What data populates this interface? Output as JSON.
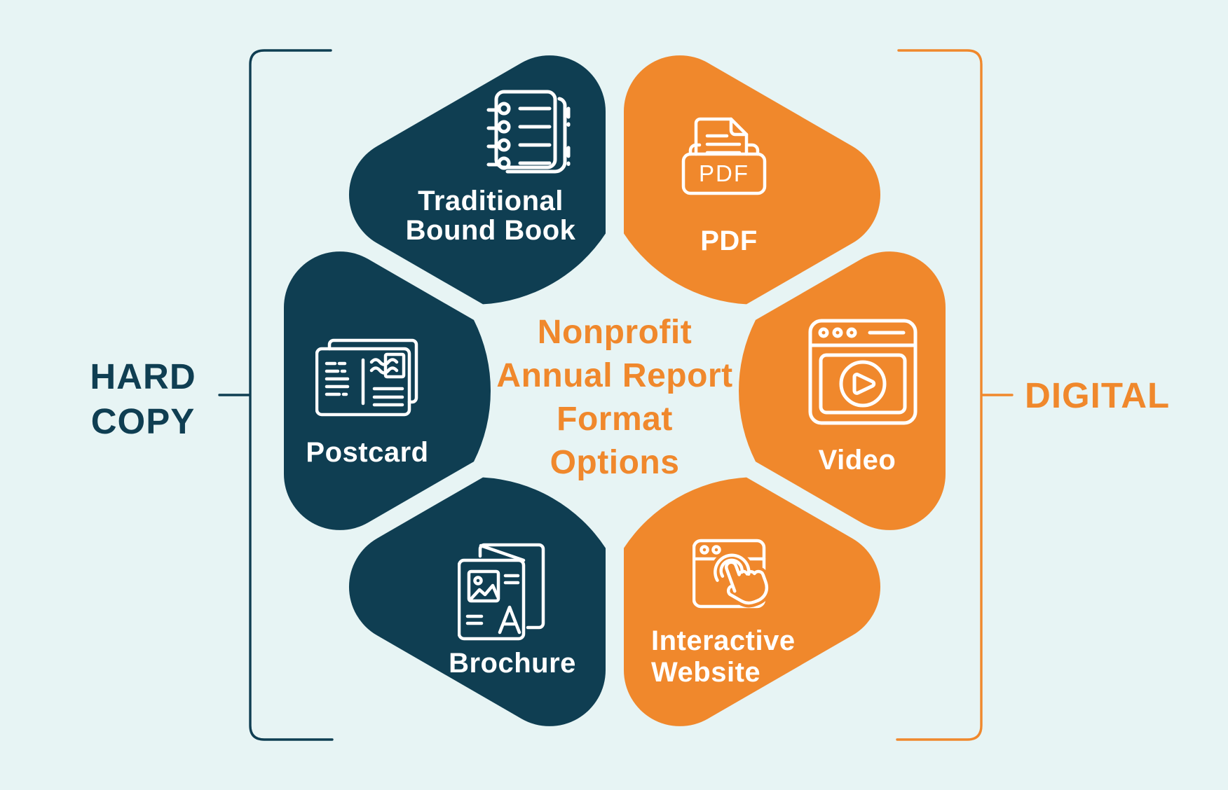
{
  "page": {
    "background": "#e7f4f4"
  },
  "colors": {
    "teal": "#0f3e52",
    "orange": "#f0882c",
    "light": "#e7f4f4",
    "white": "#ffffff"
  },
  "center_title": {
    "lines": [
      "Nonprofit",
      "Annual Report",
      "Format",
      "Options"
    ]
  },
  "side_labels": {
    "hard_copy": {
      "line1": "HARD",
      "line2": "COPY"
    },
    "digital": {
      "label": "DIGITAL"
    }
  },
  "petals": [
    {
      "name": "traditional-bound-book",
      "icon": "spiral-notebook-icon",
      "color_key": "teal",
      "group": "hard-copy",
      "label": {
        "line1": "Traditional",
        "line2": "Bound Book"
      }
    },
    {
      "name": "pdf",
      "icon": "pdf-file-icon",
      "color_key": "orange",
      "group": "digital",
      "label": {
        "line1": "PDF"
      }
    },
    {
      "name": "postcard",
      "icon": "postcard-icon",
      "color_key": "teal",
      "group": "hard-copy",
      "label": {
        "line1": "Postcard"
      }
    },
    {
      "name": "video",
      "icon": "video-player-icon",
      "color_key": "orange",
      "group": "digital",
      "label": {
        "line1": "Video"
      }
    },
    {
      "name": "brochure",
      "icon": "brochure-icon",
      "color_key": "teal",
      "group": "hard-copy",
      "label": {
        "line1": "Brochure"
      }
    },
    {
      "name": "interactive-website",
      "icon": "interactive-website-icon",
      "color_key": "orange",
      "group": "digital",
      "label": {
        "line1": "Interactive",
        "line2": "Website"
      }
    }
  ],
  "pdf_icon_text": "PDF"
}
